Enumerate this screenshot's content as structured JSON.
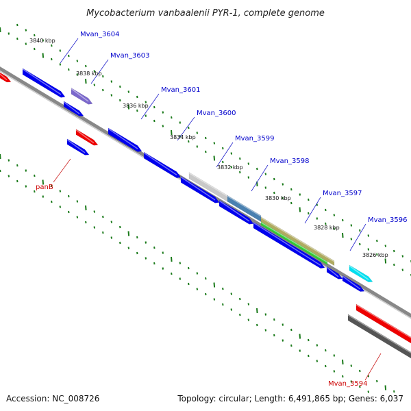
{
  "title": "Mycobacterium vanbaalenii PYR-1, complete genome",
  "footer": {
    "accession": "Accession: NC_008726",
    "topology": "Topology: circular; Length: 6,491,865 bp; Genes: 6,037"
  },
  "ruler_labels": [
    "3840 kbp",
    "3838 kbp",
    "3836 kbp",
    "3834 kbp",
    "3832 kbp",
    "3830 kbp",
    "3828 kbp",
    "3826 kbp"
  ],
  "gene_labels": [
    {
      "name": "Mvan_3604",
      "color": "#0000cc"
    },
    {
      "name": "Mvan_3603",
      "color": "#0000cc"
    },
    {
      "name": "Mvan_3601",
      "color": "#0000cc"
    },
    {
      "name": "Mvan_3600",
      "color": "#0000cc"
    },
    {
      "name": "Mvan_3599",
      "color": "#0000cc"
    },
    {
      "name": "Mvan_3598",
      "color": "#0000cc"
    },
    {
      "name": "Mvan_3597",
      "color": "#0000cc"
    },
    {
      "name": "Mvan_3596",
      "color": "#0000cc"
    },
    {
      "name": "panB",
      "color": "#cc0000"
    },
    {
      "name": "Mvan_3594",
      "color": "#cc0000"
    }
  ],
  "colors": {
    "cds": "#0000ee",
    "rna": "#ee0000",
    "backbone": "#808080",
    "ruler": "#1a7a1a",
    "highlight_purple": "#7b68cc",
    "highlight_gray": "#c8c8c8",
    "highlight_steel": "#4a80b0",
    "highlight_olive": "#b0aa60",
    "highlight_green": "#33cc33",
    "highlight_cyan": "#00e0f0",
    "dark_gray": "#555555"
  }
}
